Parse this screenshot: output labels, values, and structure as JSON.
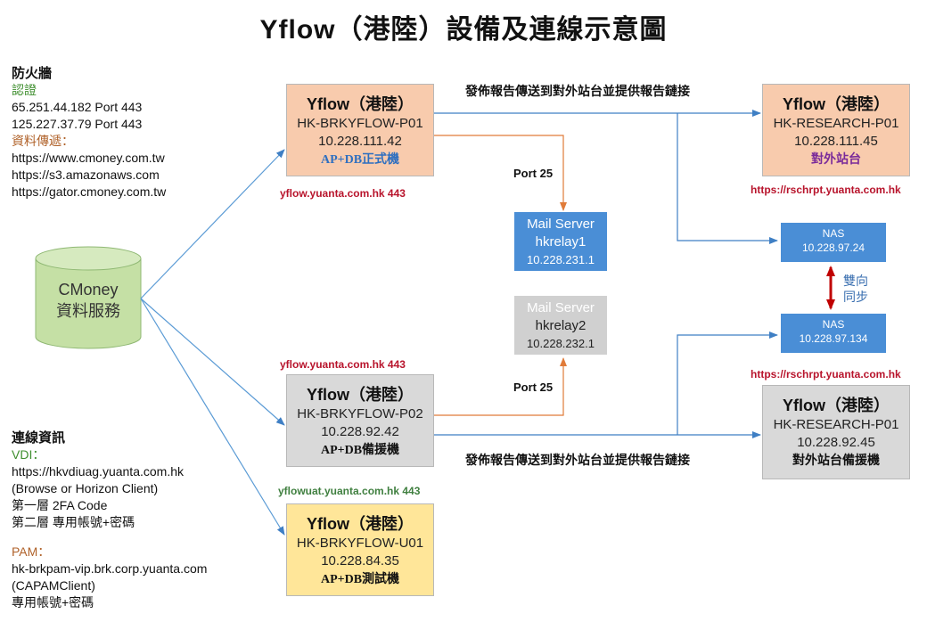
{
  "title": "Yflow（港陸）設備及連線示意圖",
  "firewall": {
    "heading": "防火牆",
    "auth_label": "認證",
    "auth_lines": [
      "65.251.44.182 Port 443",
      "125.227.37.79 Port 443"
    ],
    "transfer_label": "資料傳遞：",
    "transfer_lines": [
      "https://www.cmoney.com.tw",
      "https://s3.amazonaws.com",
      "https://gator.cmoney.com.tw"
    ]
  },
  "cmoney": {
    "line1": "CMoney",
    "line2": "資料服務"
  },
  "connection": {
    "heading": "連線資訊",
    "vdi_label": "VDI：",
    "vdi_lines": [
      "https://hkvdiuag.yuanta.com.hk",
      "(Browse  or Horizon Client)",
      "第一層  2FA Code",
      "第二層  專用帳號+密碼"
    ],
    "pam_label": "PAM：",
    "pam_lines": [
      "hk-brkpam-vip.brk.corp.yuanta.com",
      "(CAPAMClient)",
      "專用帳號+密碼"
    ]
  },
  "servers": {
    "p01": {
      "name": "Yflow（港陸）",
      "host": "HK-BRKYFLOW-P01",
      "ip": "10.228.111.42",
      "role": "AP+DB正式機",
      "url": "yflow.yuanta.com.hk 443"
    },
    "p02": {
      "name": "Yflow（港陸）",
      "host": "HK-BRKYFLOW-P02",
      "ip": "10.228.92.42",
      "role": "AP+DB備援機",
      "url": "yflow.yuanta.com.hk 443"
    },
    "u01": {
      "name": "Yflow（港陸）",
      "host": "HK-BRKYFLOW-U01",
      "ip": "10.228.84.35",
      "role": "AP+DB測試機",
      "url": "yflowuat.yuanta.com.hk 443"
    },
    "research1": {
      "name": "Yflow（港陸）",
      "host": "HK-RESEARCH-P01",
      "ip": "10.228.111.45",
      "role": "對外站台",
      "url": "https://rschrpt.yuanta.com.hk"
    },
    "research2": {
      "name": "Yflow（港陸）",
      "host": "HK-RESEARCH-P01",
      "ip": "10.228.92.45",
      "role": "對外站台備援機",
      "url": "https://rschrpt.yuanta.com.hk"
    }
  },
  "mail": {
    "relay1": {
      "label": "Mail Server",
      "host": "hkrelay1",
      "ip": "10.228.231.1",
      "port": "Port 25"
    },
    "relay2": {
      "label": "Mail Server",
      "host": "hkrelay2",
      "ip": "10.228.232.1",
      "port": "Port 25"
    }
  },
  "nas": {
    "nas1": {
      "label": "NAS",
      "ip": "10.228.97.24"
    },
    "nas2": {
      "label": "NAS",
      "ip": "10.228.97.134"
    },
    "sync_label1": "雙向",
    "sync_label2": "同步"
  },
  "publish_label": "發佈報告傳送到對外站台並提供報告鏈接",
  "colors": {
    "arrow_blue": "#5b9bd5",
    "arrow_orange": "#e07b39",
    "sync_red": "#c00000",
    "box_peach": "#f8cbad",
    "box_gray": "#d9d9d9",
    "box_yellow": "#ffe699",
    "cylinder_green": "#c5e0a5",
    "url_red": "#b8142c"
  }
}
